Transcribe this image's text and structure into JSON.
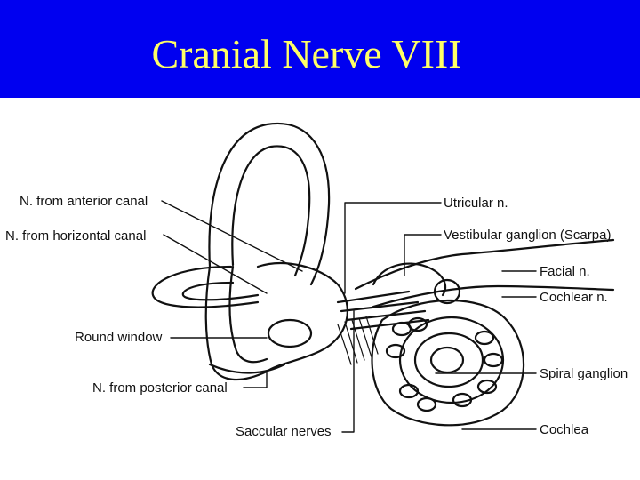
{
  "slide": {
    "title": "Cranial Nerve VIII",
    "header_color": "#0000f0",
    "title_color": "#ffff66"
  },
  "labels": {
    "anterior_canal": "N. from anterior canal",
    "horizontal_canal": "N. from horizontal canal",
    "round_window": "Round window",
    "posterior_canal": "N. from posterior canal",
    "saccular": "Saccular nerves",
    "utricular": "Utricular n.",
    "vestibular": "Vestibular ganglion (Scarpa)",
    "facial": "Facial n.",
    "cochlear": "Cochlear n.",
    "spiral": "Spiral ganglion",
    "cochlea": "Cochlea"
  }
}
